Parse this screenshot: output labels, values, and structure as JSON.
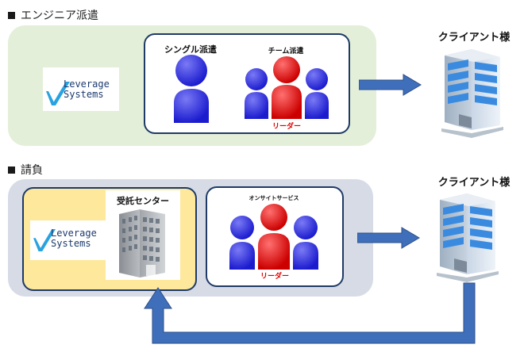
{
  "sections": {
    "dispatch_title": "エンジニア派遣",
    "contract_title": "請負"
  },
  "dispatch": {
    "logo_line1": "Leverage",
    "logo_line2": "Systems",
    "single_label": "シングル派遣",
    "team_label": "チーム派遣",
    "leader_label": "リーダー",
    "client_label": "クライアント様"
  },
  "contract": {
    "logo_line1": "Leverage",
    "logo_line2": "Systems",
    "center_label": "受託センター",
    "onsite_label": "オンサイトサービス",
    "leader_label": "リーダー",
    "client_label": "クライアント様"
  },
  "colors": {
    "blue_person": "#2a2ad0",
    "red_person": "#e00000",
    "arrow": "#3f6fba",
    "panel_green": "#e3efd9",
    "panel_gray": "#d6dbe6",
    "center_bg": "#fde89c"
  },
  "icons": {
    "person": "person-icon",
    "building": "office-building-icon",
    "logo_mark": "checkmark-logo-icon",
    "arrow": "arrow-right-icon"
  }
}
